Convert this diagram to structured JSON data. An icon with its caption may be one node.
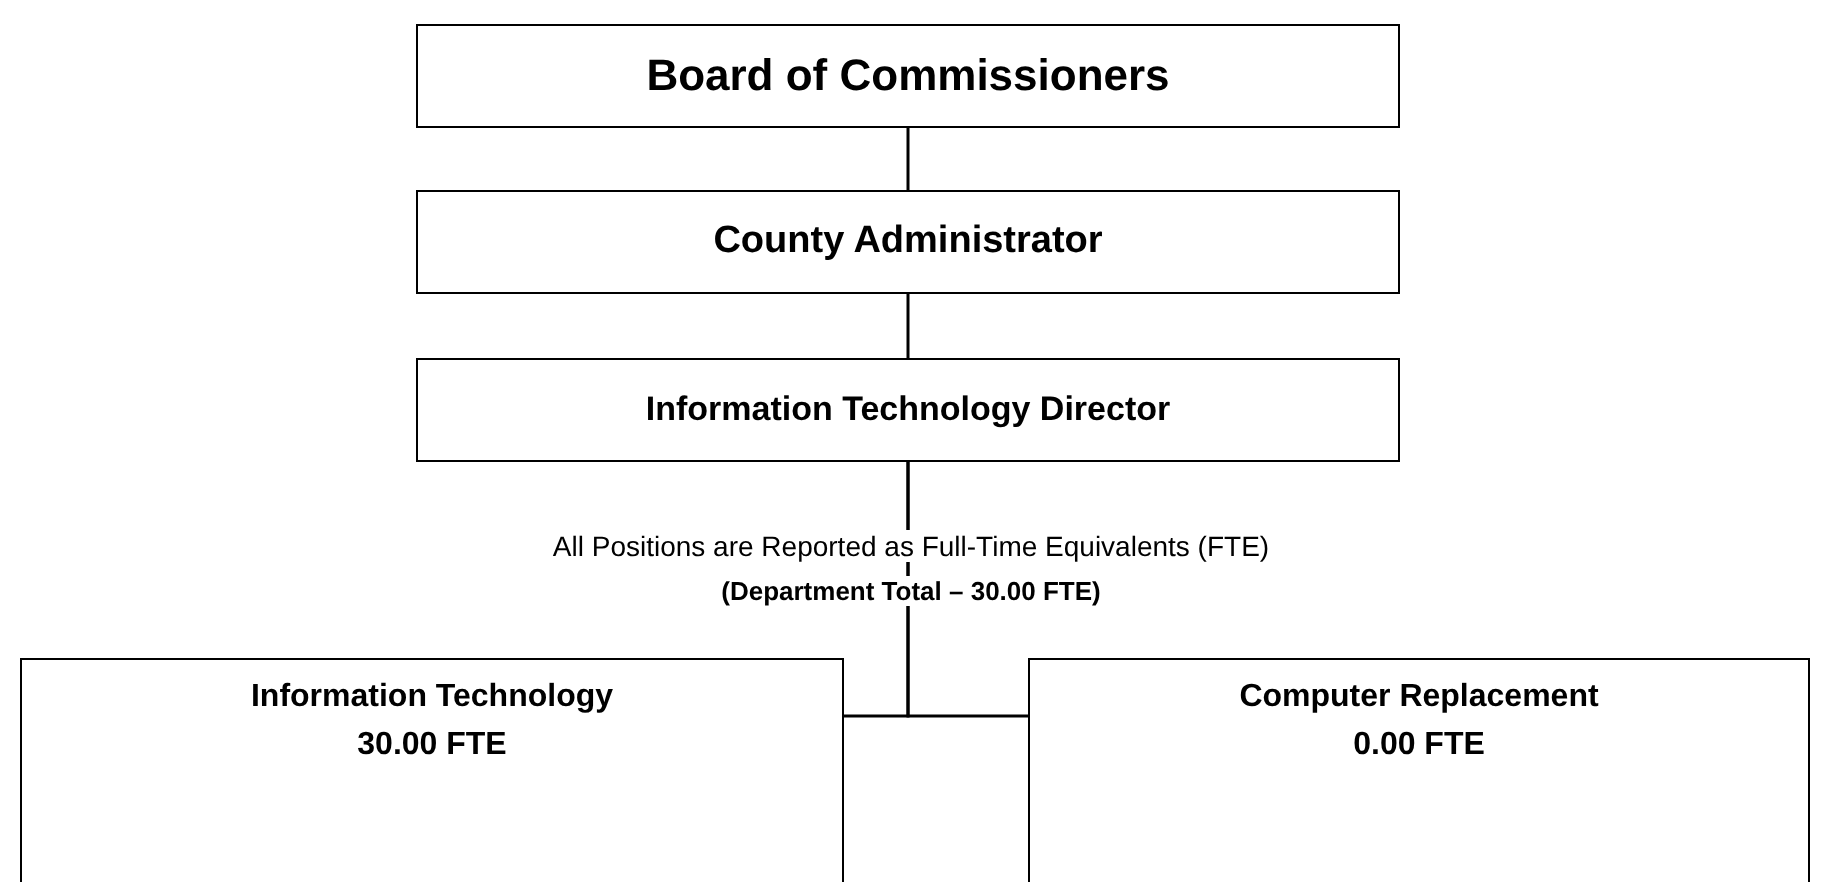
{
  "diagram": {
    "nodes": [
      {
        "text": [
          "Board of Commissioners"
        ]
      },
      {
        "text": [
          "County Administrator"
        ]
      },
      {
        "text": [
          "Information Technology Director"
        ]
      },
      {
        "text": [
          "Information Technology",
          "30.00 FTE"
        ]
      },
      {
        "text": [
          "Computer Replacement",
          "0.00 FTE"
        ]
      }
    ],
    "edges": [
      {
        "from": 0,
        "to": 1,
        "arrow": "none"
      },
      {
        "from": 1,
        "to": 2,
        "arrow": "none"
      },
      {
        "from": 2,
        "to": 3,
        "arrow": "none"
      },
      {
        "from": 2,
        "to": 4,
        "arrow": "none"
      }
    ],
    "labels": [
      "All Positions are Reported as Full-Time Equivalents (FTE)",
      "(Department Total – 30.00 FTE)"
    ]
  }
}
